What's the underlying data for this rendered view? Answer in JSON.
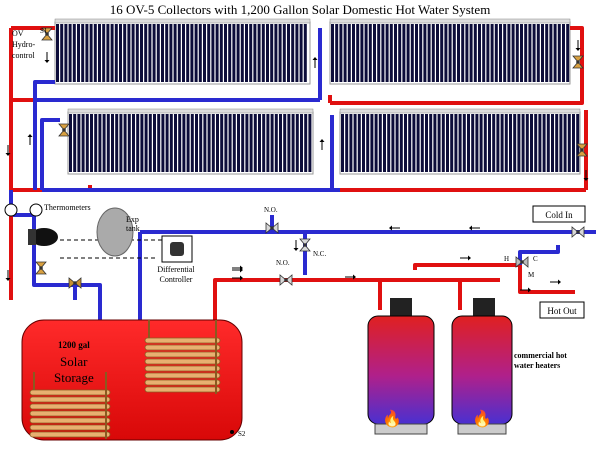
{
  "title": "16 OV-5 Collectors with 1,200 Gallon Solar Domestic Hot Water System",
  "labels": {
    "ov": "OV",
    "hydro": "Hydro-",
    "control": "control",
    "s1": "S1",
    "thermometers": "Thermometers",
    "exp1": "Exp",
    "exp2": "tank",
    "no1": "N.O.",
    "no2": "N.O.",
    "nc": "N.C.",
    "diff1": "Differential",
    "diff2": "Controller",
    "cold_in": "Cold In",
    "hot_out": "Hot Out",
    "h": "H",
    "c": "C",
    "m": "M",
    "storage1": "1200 gal",
    "storage2": "Solar",
    "storage3": "Storage",
    "s2": "S2",
    "heaters1": "commercial hot",
    "heaters2": "water heaters"
  },
  "colors": {
    "hot_pipe": "#e01010",
    "cold_pipe": "#2a2ad0",
    "collector": "#0d0d3a",
    "storage": "#e81818"
  },
  "icons": [
    "arrow-icon",
    "valve-icon",
    "pump-icon",
    "flame-icon",
    "thermometer-icon"
  ]
}
